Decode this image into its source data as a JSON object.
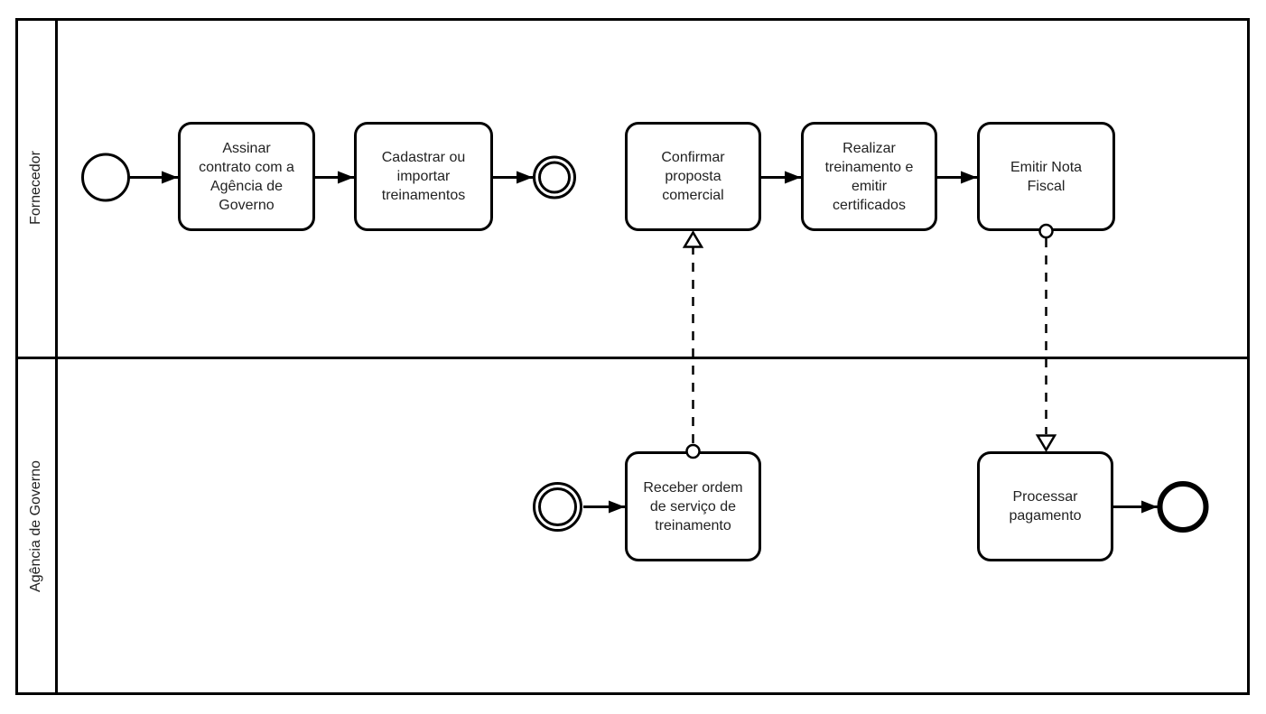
{
  "diagram": {
    "kind": "BPMN collaboration diagram",
    "background": "#ffffff"
  },
  "colors": {
    "stroke": "#000000",
    "shape_fill": "#ffffff",
    "text": "#222222"
  },
  "lanes": [
    {
      "label": "Fornecedor"
    },
    {
      "label": "Agência de Governo"
    }
  ],
  "tasks": [
    {
      "id": "assinar-contrato",
      "lane": "Fornecedor",
      "label": "Assinar\ncontrato com a\nAgência de\nGoverno"
    },
    {
      "id": "cadastrar-ou-importar-treinamentos",
      "lane": "Fornecedor",
      "label": "Cadastrar ou\nimportar\ntreinamentos"
    },
    {
      "id": "confirmar-proposta-comercial",
      "lane": "Fornecedor",
      "label": "Confirmar\nproposta\ncomercial"
    },
    {
      "id": "realizar-treinamento-e-emitir-certificados",
      "lane": "Fornecedor",
      "label": "Realizar\ntreinamento e\nemitir\ncertificados"
    },
    {
      "id": "emitir-nota-fiscal",
      "lane": "Fornecedor",
      "label": "Emitir Nota\nFiscal"
    },
    {
      "id": "receber-ordem-de-servico",
      "lane": "Agência de Governo",
      "label": "Receber ordem\nde serviço de\ntreinamento"
    },
    {
      "id": "processar-pagamento",
      "lane": "Agência de Governo",
      "label": "Processar\npagamento"
    }
  ],
  "events": [
    {
      "id": "start-fornecedor",
      "type": "start-event",
      "style": "thin-single-circle"
    },
    {
      "id": "end-cadastro",
      "type": "intermediate-event",
      "style": "thin-double-circle"
    },
    {
      "id": "start-agencia",
      "type": "intermediate-event",
      "style": "thin-double-circle"
    },
    {
      "id": "end-agencia",
      "type": "end-event",
      "style": "thick-single-circle"
    }
  ],
  "sequence_flows": [
    {
      "from": "start-fornecedor",
      "to": "assinar-contrato"
    },
    {
      "from": "assinar-contrato",
      "to": "cadastrar-ou-importar-treinamentos"
    },
    {
      "from": "cadastrar-ou-importar-treinamentos",
      "to": "end-cadastro"
    },
    {
      "from": "confirmar-proposta-comercial",
      "to": "realizar-treinamento-e-emitir-certificados"
    },
    {
      "from": "realizar-treinamento-e-emitir-certificados",
      "to": "emitir-nota-fiscal"
    },
    {
      "from": "start-agencia",
      "to": "receber-ordem-de-servico"
    },
    {
      "from": "processar-pagamento",
      "to": "end-agencia"
    }
  ],
  "message_flows": [
    {
      "from": "receber-ordem-de-servico",
      "to": "confirmar-proposta-comercial"
    },
    {
      "from": "emitir-nota-fiscal",
      "to": "processar-pagamento"
    }
  ]
}
